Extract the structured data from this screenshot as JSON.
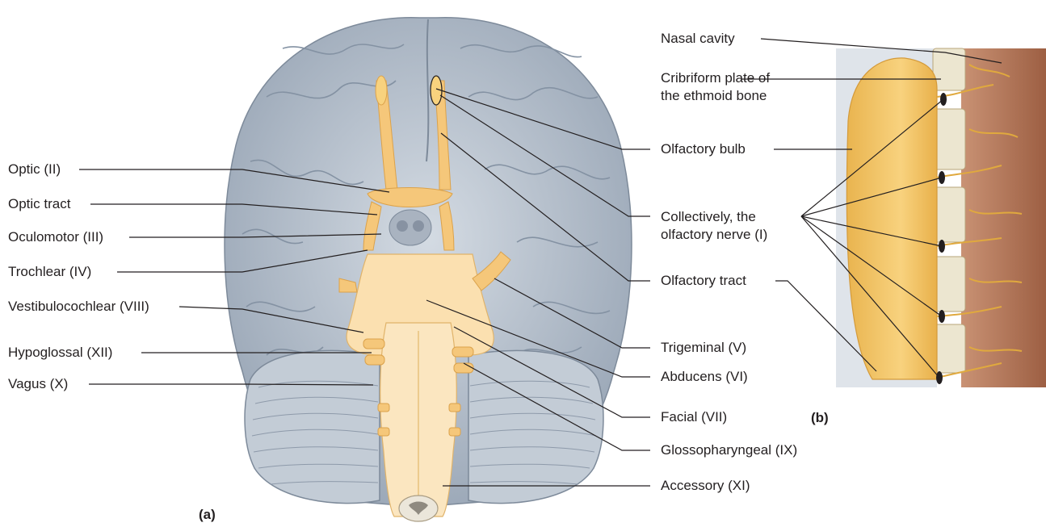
{
  "panels": {
    "a": "(a)",
    "b": "(b)"
  },
  "labels_left": {
    "optic": "Optic (II)",
    "optic_tract": "Optic tract",
    "oculomotor": "Oculomotor (III)",
    "trochlear": "Trochlear (IV)",
    "vestibulocochlear": "Vestibulocochlear (VIII)",
    "hypoglossal": "Hypoglossal (XII)",
    "vagus": "Vagus (X)"
  },
  "labels_right": {
    "olfactory_bulb": "Olfactory bulb",
    "olfactory_nerve": "Collectively, the olfactory nerve (I)",
    "olfactory_tract": "Olfactory tract",
    "trigeminal": "Trigeminal (V)",
    "abducens": "Abducens (VI)",
    "facial": "Facial (VII)",
    "glossopharyngeal": "Glossopharyngeal (IX)",
    "accessory": "Accessory (XI)"
  },
  "labels_b": {
    "nasal_cavity": "Nasal cavity",
    "cribriform": "Cribriform plate of the ethmoid bone"
  },
  "colors": {
    "brain": "#b9c3cf",
    "brain_dark": "#8e9aaa",
    "nerve": "#f5c77a",
    "brainstem": "#fbe0b0",
    "bone": "#e9e4cf",
    "mucosa": "#b97d5f"
  }
}
